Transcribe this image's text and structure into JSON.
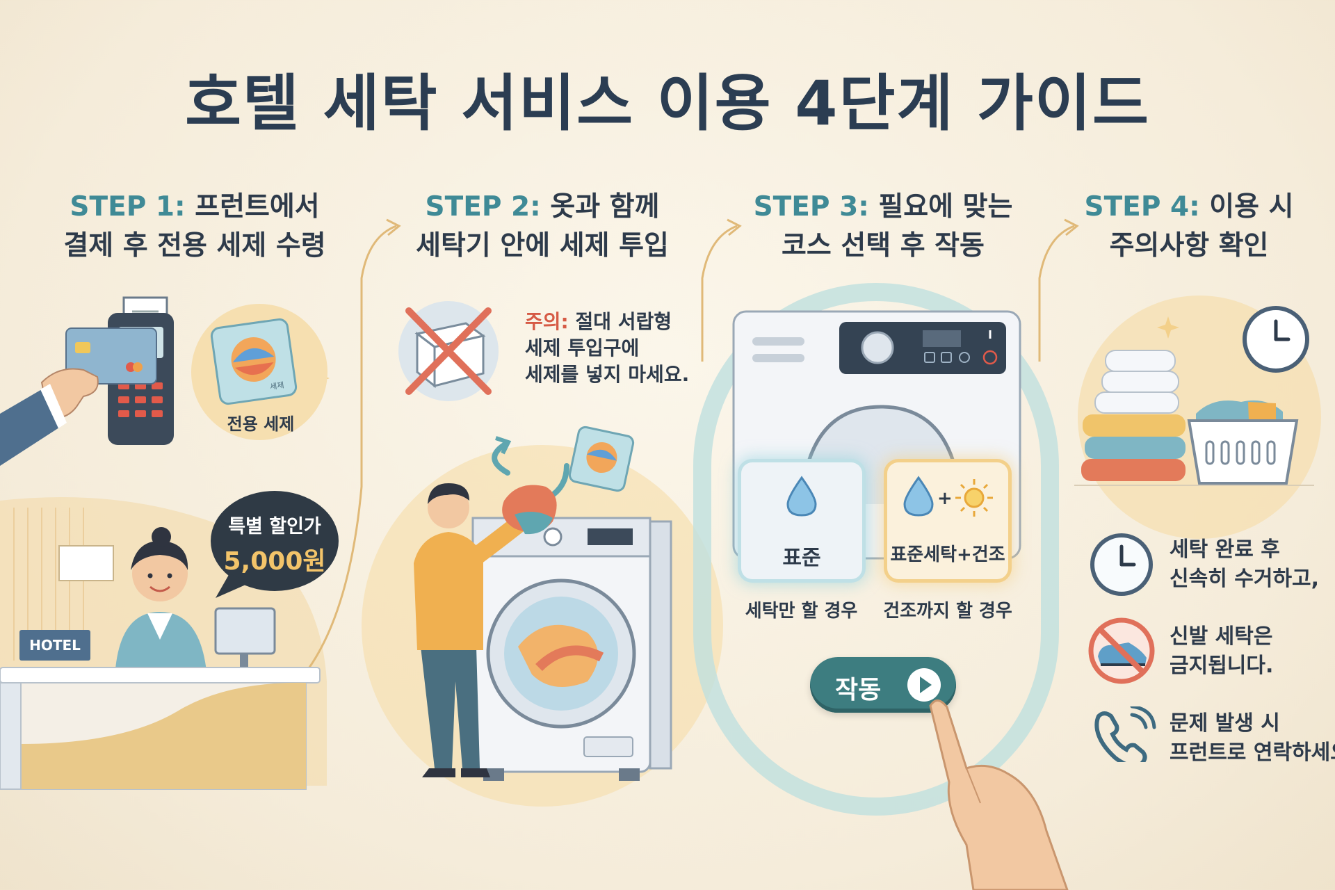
{
  "title": "호텔 세탁 서비스 이용 4단계 가이드",
  "steps": [
    {
      "label": "STEP 1:",
      "line1": "프런트에서",
      "line2": "결제 후 전용 세제 수령"
    },
    {
      "label": "STEP 2:",
      "line1": "옷과 함께",
      "line2": "세탁기 안에 세제 투입"
    },
    {
      "label": "STEP 3:",
      "line1": "필요에 맞는",
      "line2": "코스 선택 후 작동"
    },
    {
      "label": "STEP 4:",
      "line1": "이용 시",
      "line2": "주의사항 확인"
    }
  ],
  "step1": {
    "detergent_caption": "전용 세제",
    "discount_line1": "특별 할인가",
    "discount_price": "5,000원",
    "hotel_sign": "HOTEL",
    "packet_text": "세제"
  },
  "step2": {
    "warning_label": "주의:",
    "warning_line1": "절대 서랍형",
    "warning_line2": "세제 투입구에",
    "warning_line3": "세제를 넣지 마세요."
  },
  "step3": {
    "course_standard": "표준",
    "course_standard_caption": "세탁만 할 경우",
    "course_dry": "표준세탁+건조",
    "course_dry_caption": "건조까지 할 경우",
    "start_button": "작동"
  },
  "step4": {
    "rules": [
      {
        "icon": "clock-icon",
        "line1": "세탁 완료 후",
        "line2": "신속히 수거하고,"
      },
      {
        "icon": "no-shoes-icon",
        "line1": "신발 세탁은",
        "line2": "금지됩니다."
      },
      {
        "icon": "phone-icon",
        "line1": "문제 발생 시",
        "line2": "프런트로 연락하세요"
      }
    ]
  },
  "colors": {
    "title": "#2b3d52",
    "step_label": "#3f8a96",
    "warning": "#d65a45",
    "accent_teal": "#a9d4d4",
    "accent_gold": "#f3d9a0"
  }
}
